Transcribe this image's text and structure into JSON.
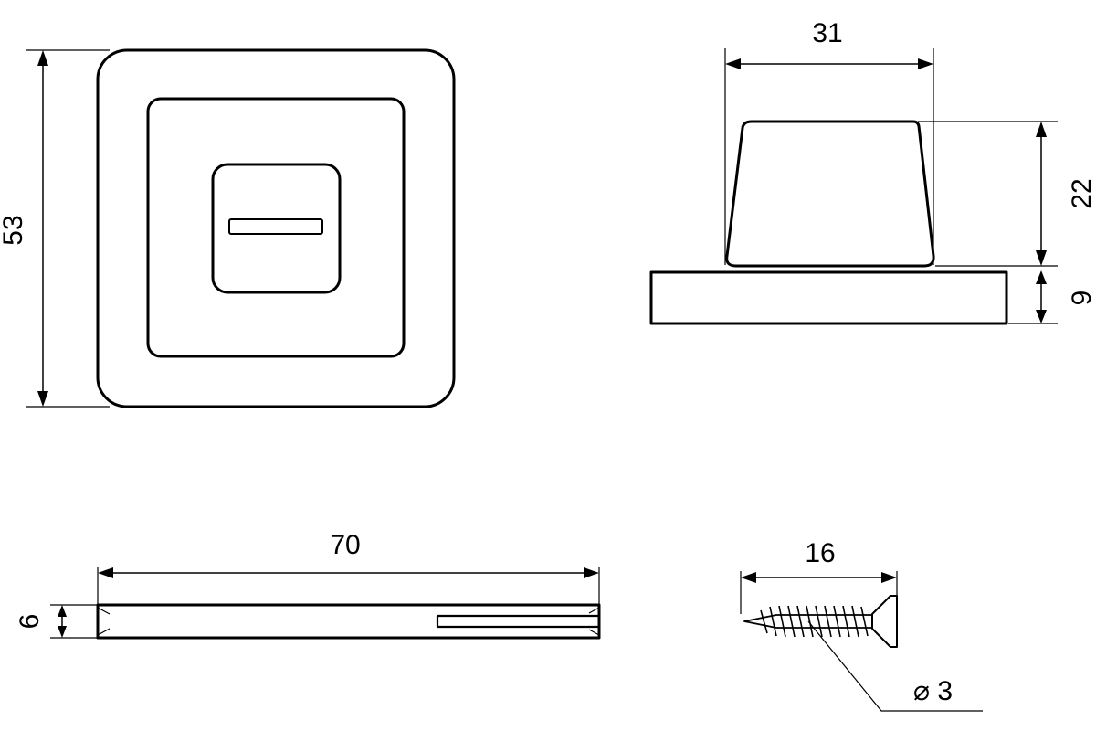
{
  "dimensions": {
    "rosette_height": "53",
    "knob_width": "31",
    "knob_height": "22",
    "base_height": "9",
    "spindle_length": "70",
    "spindle_thickness": "6",
    "screw_length": "16",
    "screw_diameter": "⌀ 3"
  },
  "colors": {
    "line": "#000000",
    "background": "#ffffff"
  }
}
